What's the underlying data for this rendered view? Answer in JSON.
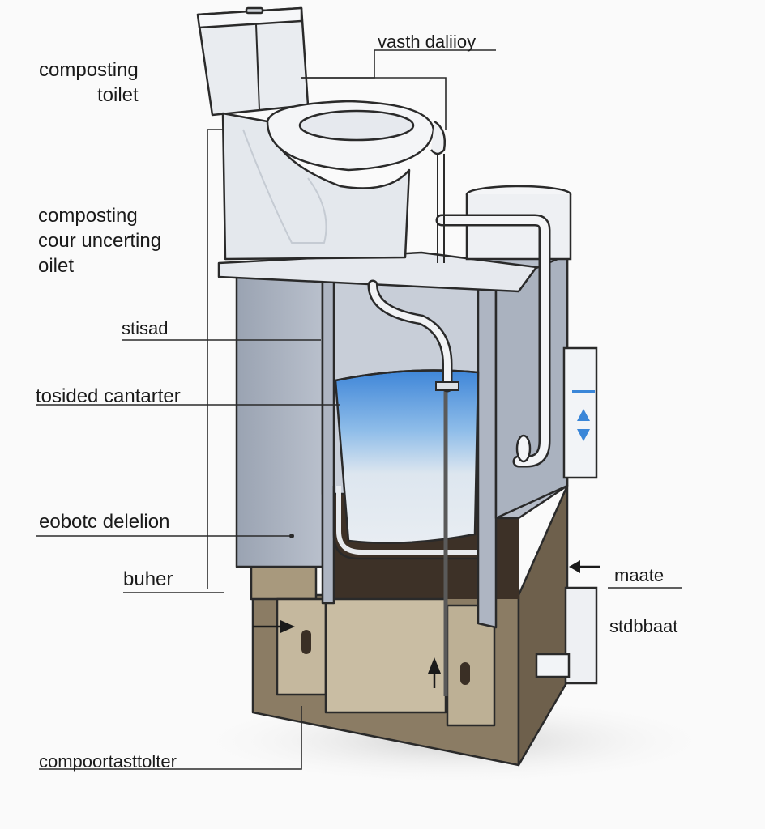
{
  "labels": {
    "toilet_title": [
      "composting",
      "toilet"
    ],
    "vent": "vasth daliioy",
    "unit": [
      "composting",
      "cour uncerting",
      "oilet"
    ],
    "stand": "stisad",
    "container": "tosided cantarter",
    "deletion": "eobotc delelion",
    "buher": "buher",
    "maate": "maate",
    "stabbaat": "stdbbaat",
    "chamber": "compoortasttolter"
  },
  "colors": {
    "outline": "#2a2a2a",
    "porcelain": "#eef0f4",
    "cabinet": "#a9b0bd",
    "cabinet_light": "#c4cad4",
    "water": "#5b9be0",
    "soil": "#4a3a2c",
    "base": "#8b7c64",
    "base_light": "#b8ab92"
  }
}
